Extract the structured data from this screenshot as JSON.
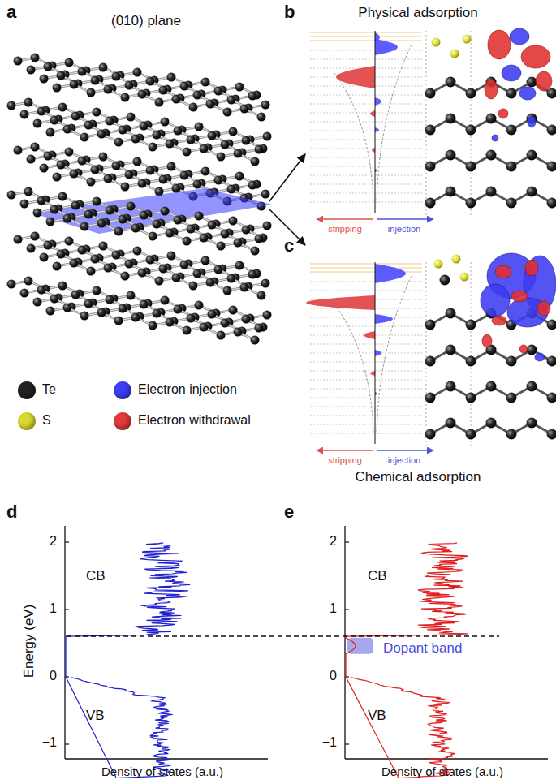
{
  "diagram": {
    "labels": [
      "a",
      "(010) plane",
      "b",
      "Physical adsorption",
      "stripping",
      "injection",
      "c",
      "stripping",
      "injection",
      "Chemical adsorption",
      "d",
      "2",
      "1",
      "0",
      "−1",
      "Energy (eV)",
      "CB",
      "VB",
      "Density of states (a.u.)",
      "e",
      "2",
      "1",
      "0",
      "−1",
      "CB",
      "VB",
      "Dopant band",
      "Density of states (a.u.)"
    ],
    "legend": [
      {
        "text": "Te",
        "color": "#222222"
      },
      {
        "text": "Electron injection",
        "color": "#3d3df5"
      },
      {
        "text": "S",
        "color": "#d9d92e"
      },
      {
        "text": "Electron withdrawal",
        "color": "#e23a3a"
      }
    ]
  }
}
